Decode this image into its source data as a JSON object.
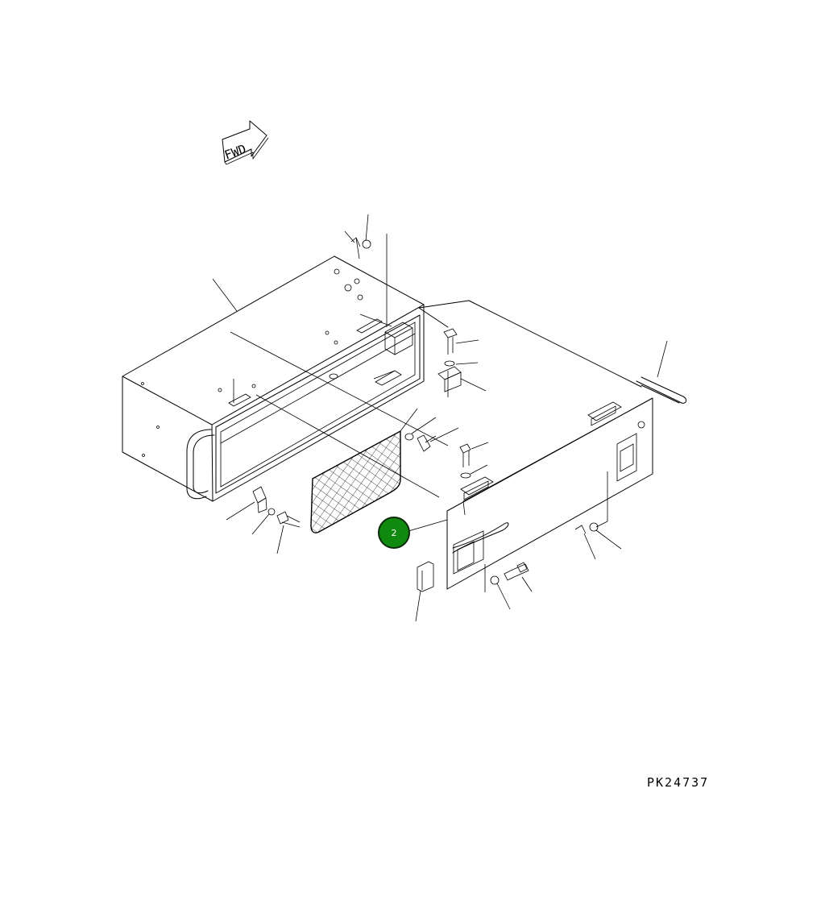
{
  "diagram": {
    "forward_arrow_label": "FWD",
    "part_code": "PK24737",
    "callouts": [
      {
        "number": "2",
        "color": "#0f8a0f"
      }
    ]
  }
}
